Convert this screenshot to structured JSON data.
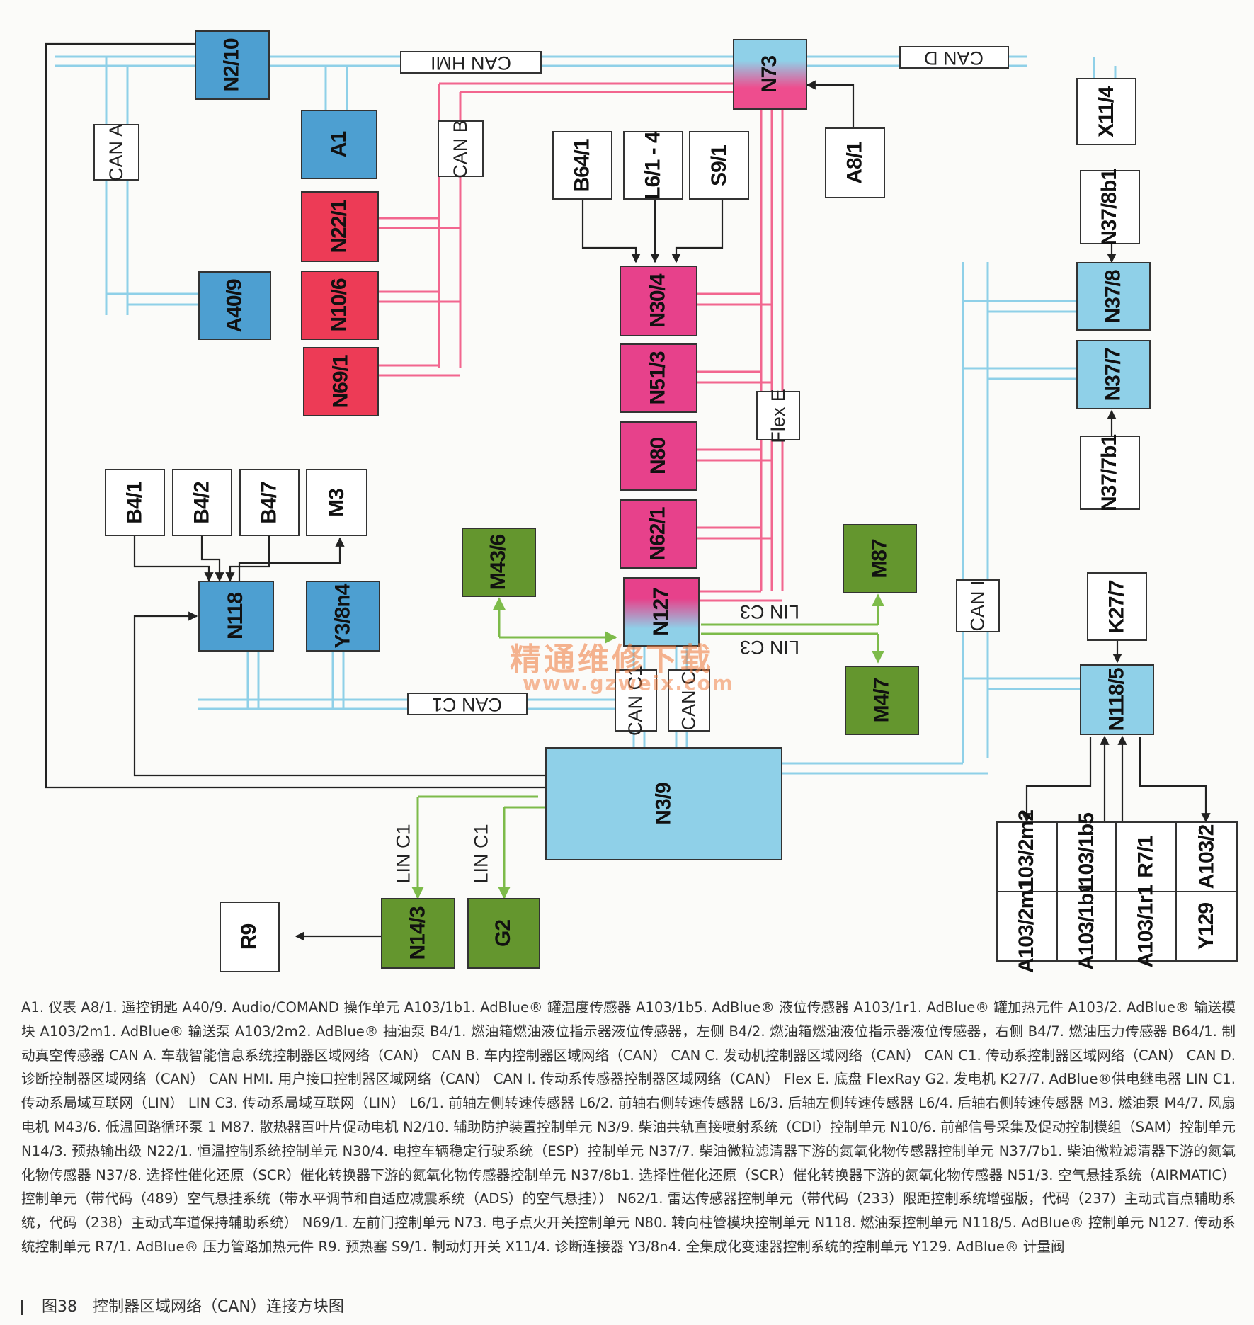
{
  "blocks": {
    "N2_10": "N2/10",
    "A1": "A1",
    "A40_9": "A40/9",
    "N22_1": "N22/1",
    "N10_6": "N10/6",
    "N69_1": "N69/1",
    "N73": "N73",
    "A8_1": "A8/1",
    "X11_4": "X11/4",
    "N37_8b1": "N37/8b1",
    "N37_8": "N37/8",
    "N37_7": "N37/7",
    "N37_7b1": "N37/7b1",
    "B64_1": "B64/1",
    "L6_1_4": "L6/1 - 4",
    "S9_1": "S9/1",
    "N30_4": "N30/4",
    "N51_3": "N51/3",
    "N80": "N80",
    "N62_1": "N62/1",
    "N127": "N127",
    "M43_6": "M43/6",
    "M87": "M87",
    "M4_7": "M4/7",
    "B4_1": "B4/1",
    "B4_2": "B4/2",
    "B4_7": "B4/7",
    "M3": "M3",
    "N118": "N118",
    "Y3_8n4": "Y3/8n4",
    "K27_7": "K27/7",
    "N118_5": "N118/5",
    "N3_9": "N3/9",
    "R9": "R9",
    "N14_3": "N14/3",
    "G2": "G2",
    "A103_2m2": "A103/2m2",
    "A103_1b5": "A103/1b5",
    "R7_1": "R7/1",
    "A103_2": "A103/2",
    "A103_2m1": "A103/2m1",
    "A103_1b1": "A103/1b1",
    "A103_1r1": "A103/1r1",
    "Y129": "Y129"
  },
  "bus_labels": {
    "can_hmi": "CAN HMI",
    "can_d": "CAN D",
    "can_a": "CAN A",
    "can_b": "CAN B",
    "flex_e": "Flex E",
    "can_i": "CAN I",
    "can_c1": "CAN C1",
    "can_c": "CAN C",
    "can_c1_v": "CAN C1",
    "lin_c3_1": "LIN C3",
    "lin_c3_2": "LIN C3",
    "lin_c1_1": "LIN C1",
    "lin_c1_2": "LIN C1"
  },
  "watermark": {
    "title": "精通维修下载",
    "url": "www.gzweix.com"
  },
  "legend": "A1. 仪表 A8/1. 遥控钥匙 A40/9. Audio/COMAND 操作单元 A103/1b1. AdBlue® 罐温度传感器 A103/1b5. AdBlue® 液位传感器 A103/1r1. AdBlue® 罐加热元件 A103/2. AdBlue® 输送模块 A103/2m1. AdBlue® 输送泵 A103/2m2. AdBlue® 抽油泵 B4/1. 燃油箱燃油液位指示器液位传感器，左侧 B4/2. 燃油箱燃油液位指示器液位传感器，右侧 B4/7. 燃油压力传感器 B64/1. 制动真空传感器 CAN A. 车载智能信息系统控制器区域网络（CAN） CAN B. 车内控制器区域网络（CAN） CAN C. 发动机控制器区域网络（CAN） CAN C1. 传动系控制器区域网络（CAN） CAN D. 诊断控制器区域网络（CAN） CAN HMI. 用户接口控制器区域网络（CAN） CAN I. 传动系传感器控制器区域网络（CAN） Flex E. 底盘 FlexRay G2. 发电机 K27/7. AdBlue®供电继电器 LIN C1. 传动系局域互联网（LIN） LIN C3. 传动系局域互联网（LIN） L6/1. 前轴左侧转速传感器 L6/2. 前轴右侧转速传感器 L6/3. 后轴左侧转速传感器 L6/4. 后轴右侧转速传感器 M3. 燃油泵 M4/7. 风扇电机 M43/6. 低温回路循环泵 1 M87. 散热器百叶片促动电机 N2/10. 辅助防护装置控制单元 N3/9. 柴油共轨直接喷射系统（CDI）控制单元 N10/6. 前部信号采集及促动控制模组（SAM）控制单元 N14/3. 预热输出级 N22/1. 恒温控制系统控制单元 N30/4. 电控车辆稳定行驶系统（ESP）控制单元 N37/7. 柴油微粒滤清器下游的氮氧化物传感器控制单元 N37/7b1. 柴油微粒滤清器下游的氮氧化物传感器 N37/8. 选择性催化还原（SCR）催化转换器下游的氮氧化物传感器控制单元 N37/8b1. 选择性催化还原（SCR）催化转换器下游的氮氧化物传感器 N51/3. 空气悬挂系统（AIRMATIC）控制单元（带代码（489）空气悬挂系统（带水平调节和自适应减震系统（ADS）的空气悬挂）） N62/1. 雷达传感器控制单元（带代码（233）限距控制系统增强版，代码（237）主动式盲点辅助系统，代码（238）主动式车道保持辅助系统） N69/1. 左前门控制单元 N73. 电子点火开关控制单元 N80. 转向柱管模块控制单元 N118. 燃油泵控制单元 N118/5. AdBlue® 控制单元 N127. 传动系统控制单元 R7/1. AdBlue® 压力管路加热元件 R9. 预热塞 S9/1. 制动灯开关 X11/4. 诊断连接器 Y3/8n4. 全集成化变速器控制系统的控制单元 Y129. AdBlue® 计量阀",
  "caption": "图38　控制器区域网络（CAN）连接方块图",
  "colors": {
    "can_light_blue": "#8fd0e8",
    "can_pink": "#f2668f",
    "lin_green": "#7dbb4a",
    "block_blue": "#4d9fd1",
    "block_red": "#ed3b56",
    "block_pink": "#e7418b",
    "block_green": "#64962e",
    "block_light_blue": "#8fd0e8",
    "wire_black": "#222222"
  }
}
